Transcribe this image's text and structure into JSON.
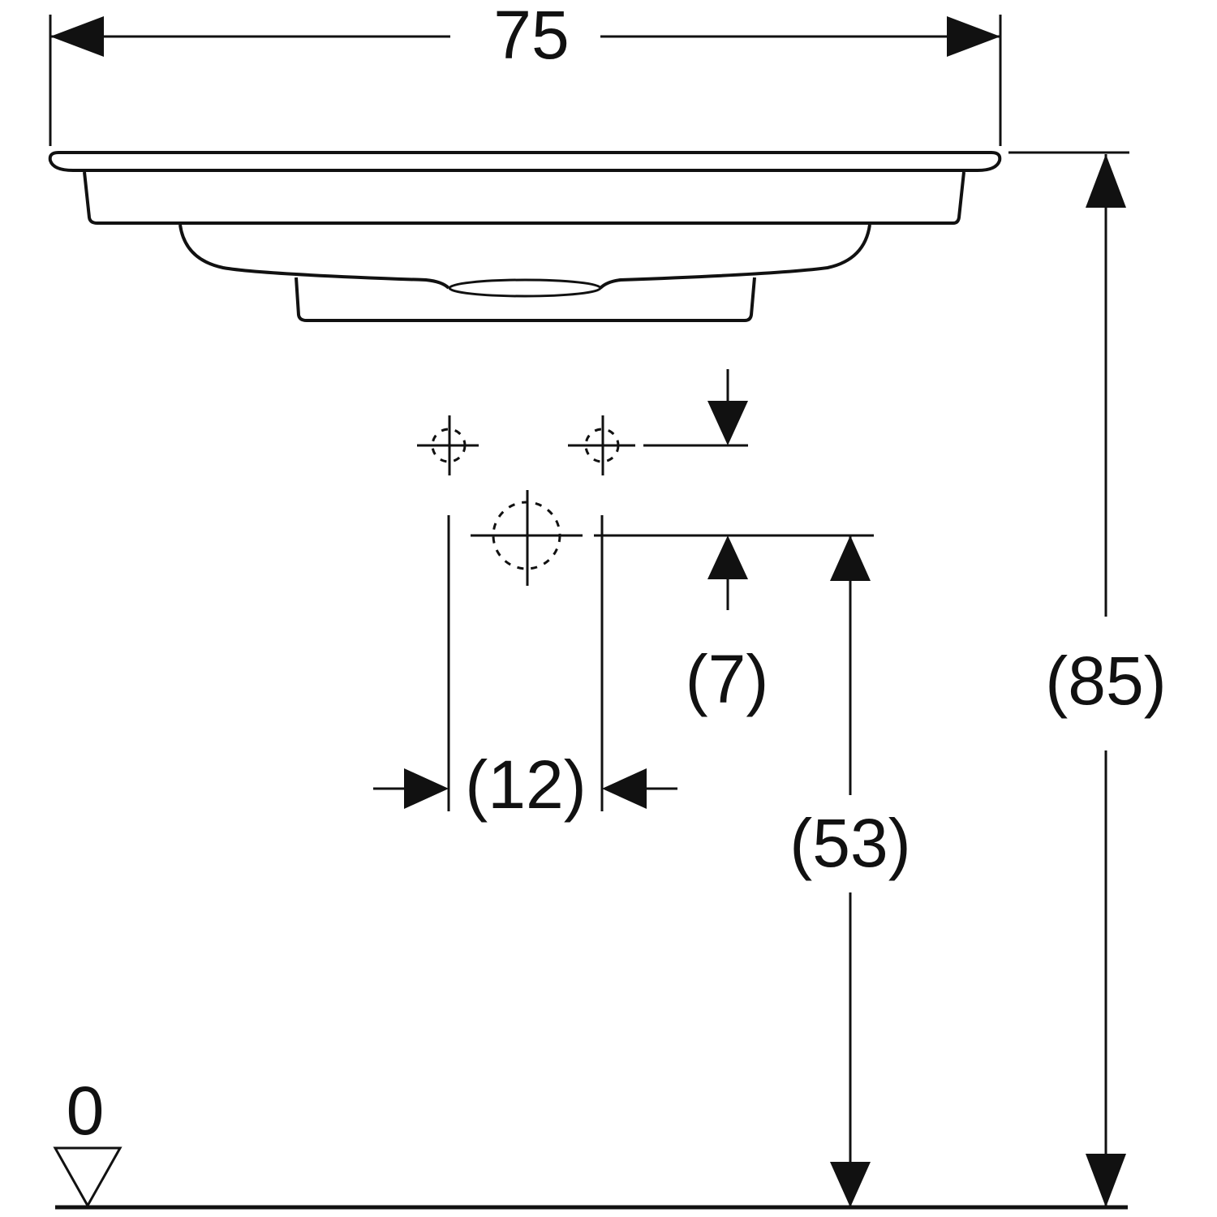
{
  "title": "Washbasin dimension drawing",
  "dimensions": {
    "width": "75",
    "total_height": "(85)",
    "tap_hole_offset": "(7)",
    "tap_hole_spacing": "(12)",
    "waste_height": "(53)",
    "floor_level": "0"
  },
  "colors": {
    "line": "#111111",
    "background": "#ffffff"
  }
}
